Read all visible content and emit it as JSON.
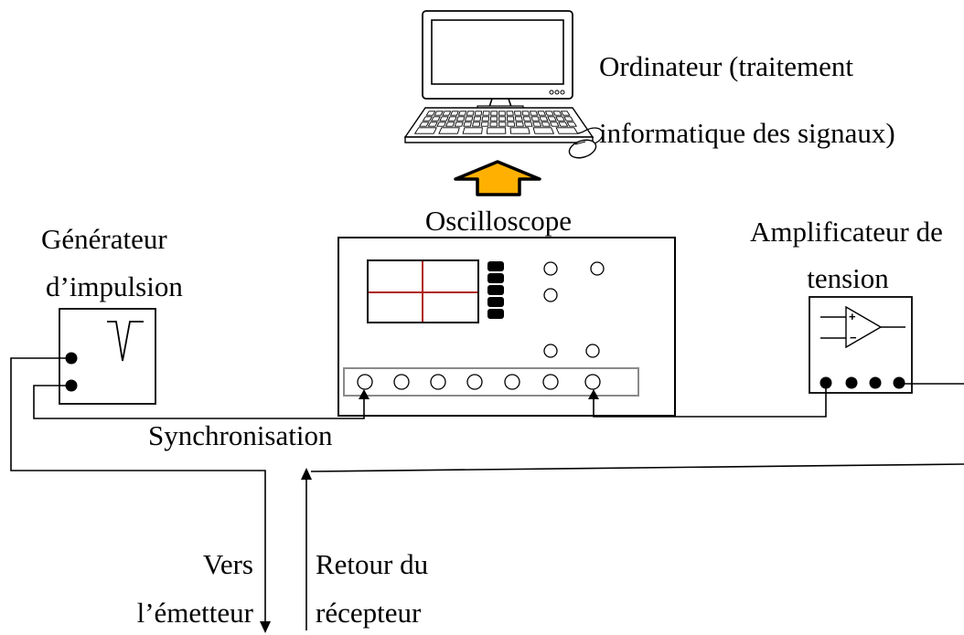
{
  "computer": {
    "label_line1": "Ordinateur (traitement",
    "label_line2": "informatique des signaux)"
  },
  "oscilloscope": {
    "label": "Oscilloscope"
  },
  "generator": {
    "label_line1": "Générateur",
    "label_line2": "d’impulsion"
  },
  "amplifier": {
    "label_line1": "Amplificateur de",
    "label_line2": "tension",
    "plus_sign": "+",
    "minus_sign": "−"
  },
  "wires": {
    "sync_label": "Synchronisation",
    "emitter_line1": "Vers",
    "emitter_line2": "l’émetteur",
    "receiver_line1": "Retour du",
    "receiver_line2": "récepteur"
  },
  "colors": {
    "arrow_fill": "#FFB000",
    "crosshair": "#B01E1E"
  }
}
